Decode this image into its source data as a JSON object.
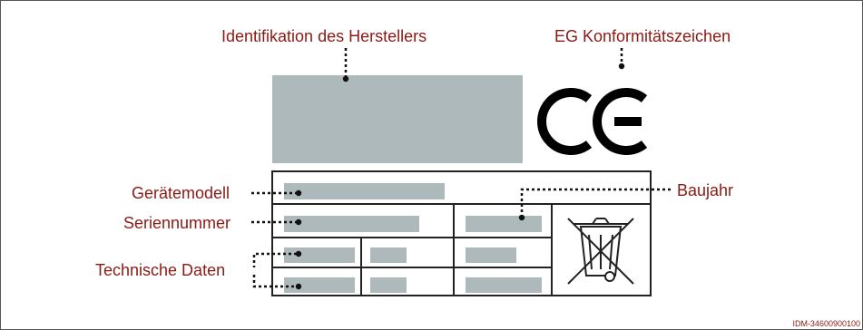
{
  "labels": {
    "manufacturer": "Identifikation des Herstellers",
    "ce_mark": "EG Konformitätszeichen",
    "model": "Gerätemodell",
    "serial": "Seriennummer",
    "technical": "Technische Daten",
    "year": "Baujahr"
  },
  "ce_symbol": "CE",
  "reference": "IDM-34600900100",
  "colors": {
    "label_text": "#8a1a14",
    "placeholder_fill": "#aeb9bb",
    "plate_border": "#222222",
    "leader": "#111111"
  },
  "icons": {
    "ce": "ce-mark-icon",
    "weee": "crossed-out-wheelie-bin-icon"
  }
}
